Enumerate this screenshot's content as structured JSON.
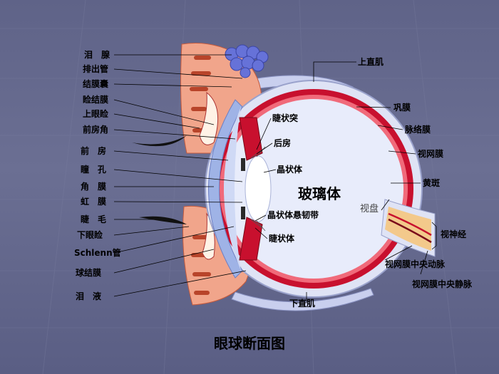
{
  "title": "眼球断面图",
  "center_label": "玻璃体",
  "left_labels": {
    "lacrimal_gland": "泪　腺",
    "excretory_duct": "排出管",
    "conjunctival_sac": "结膜囊",
    "palpebral_conjunctiva": "睑结膜",
    "upper_eyelid": "上眼睑",
    "anterior_chamber_angle": "前房角",
    "anterior_chamber": "前　房",
    "pupil": "瞳　孔",
    "cornea": "角　膜",
    "iris": "虹　膜",
    "eyelash": "睫　毛",
    "lower_eyelid": "下眼睑",
    "schlemm_canal": "Schlenn管",
    "bulbar_conjunctiva": "球结膜",
    "tears": "泪　液"
  },
  "inner_labels": {
    "ciliary_process": "睫状突",
    "posterior_chamber": "后房",
    "lens": "晶状体",
    "zonule": "晶状体悬韧带",
    "ciliary_body": "睫状体",
    "optic_disc": "视盘"
  },
  "right_labels": {
    "superior_rectus": "上直肌",
    "sclera": "巩膜",
    "choroid": "脉络膜",
    "retina": "视网膜",
    "macula": "黄斑",
    "optic_nerve": "视神经",
    "central_retinal_artery": "视网膜中央动脉",
    "central_retinal_vein": "视网膜中央静脉",
    "inferior_rectus": "下直肌"
  },
  "colors": {
    "sclera": "#dfe3f5",
    "choroid": "#c8102e",
    "vitreous": "#e8ecfb",
    "eyelid": "#f1a58b",
    "gland": "#6672d8"
  }
}
